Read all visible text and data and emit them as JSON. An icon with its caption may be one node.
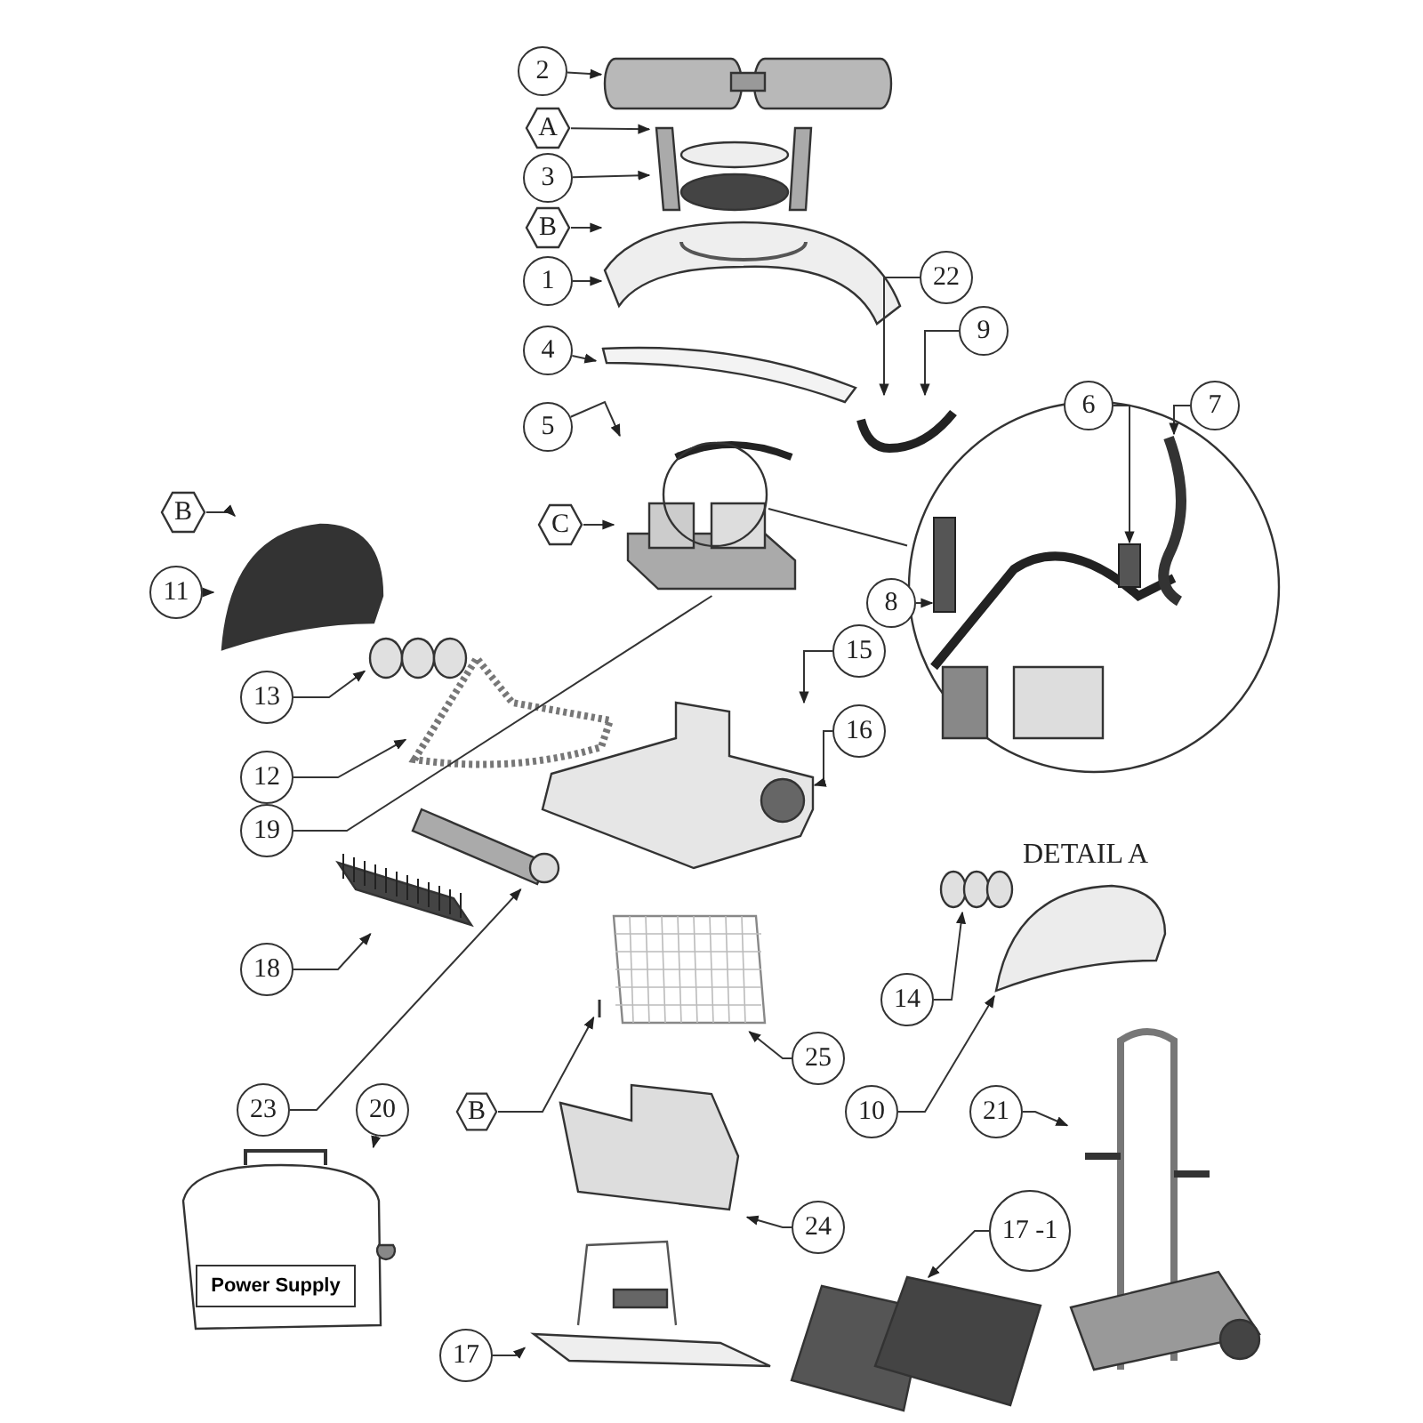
{
  "diagram": {
    "nodes": [
      {
        "text": [
          "2"
        ]
      },
      {
        "text": [
          "A"
        ]
      },
      {
        "text": [
          "3"
        ]
      },
      {
        "text": [
          "B"
        ]
      },
      {
        "text": [
          "1"
        ]
      },
      {
        "text": [
          "4"
        ]
      },
      {
        "text": [
          "22"
        ]
      },
      {
        "text": [
          "9"
        ]
      },
      {
        "text": [
          "5"
        ]
      },
      {
        "text": [
          "6"
        ]
      },
      {
        "text": [
          "7"
        ]
      },
      {
        "text": [
          "C"
        ]
      },
      {
        "text": [
          "B"
        ]
      },
      {
        "text": [
          "8"
        ]
      },
      {
        "text": [
          "11"
        ]
      },
      {
        "text": [
          "13"
        ]
      },
      {
        "text": [
          "12"
        ]
      },
      {
        "text": [
          "19"
        ]
      },
      {
        "text": [
          "15"
        ]
      },
      {
        "text": [
          "16"
        ]
      },
      {
        "text": [
          "18"
        ]
      },
      {
        "text": [
          "14"
        ]
      },
      {
        "text": [
          "23"
        ]
      },
      {
        "text": [
          "20"
        ]
      },
      {
        "text": [
          "25"
        ]
      },
      {
        "text": [
          "B"
        ]
      },
      {
        "text": [
          "10"
        ]
      },
      {
        "text": [
          "21"
        ]
      },
      {
        "text": [
          "24"
        ]
      },
      {
        "text": [
          "17 -1"
        ]
      },
      {
        "text": [
          "17"
        ]
      },
      {
        "text": [],
        "shape": "picture"
      },
      {
        "text": [],
        "shape": "picture"
      },
      {
        "text": [],
        "shape": "picture"
      },
      {
        "text": [],
        "shape": "picture"
      },
      {
        "text": [],
        "shape": "picture"
      },
      {
        "text": [],
        "shape": "picture"
      },
      {
        "text": [],
        "shape": "circle",
        "in": 36
      },
      {
        "text": [],
        "shape": "circle"
      },
      {
        "text": [],
        "shape": "box",
        "in": 38
      },
      {
        "text": [],
        "shape": "box",
        "in": 38
      },
      {
        "text": [],
        "shape": "picture",
        "in": 38
      },
      {
        "text": [],
        "shape": "picture"
      },
      {
        "text": [],
        "shape": "picture"
      },
      {
        "text": [],
        "shape": "picture"
      },
      {
        "text": [],
        "shape": "picture"
      },
      {
        "text": [],
        "shape": "picture"
      },
      {
        "text": [],
        "shape": "picture"
      },
      {
        "text": [],
        "shape": "picture"
      },
      {
        "text": [],
        "shape": "picture"
      },
      {
        "text": [],
        "shape": "picture"
      },
      {
        "text": [],
        "shape": "picture"
      },
      {
        "text": [],
        "shape": "picture"
      },
      {
        "text": [
          "Power Supply"
        ]
      },
      {
        "text": [],
        "shape": "picture"
      },
      {
        "text": [],
        "shape": "picture"
      },
      {
        "text": [],
        "shape": "picture"
      }
    ],
    "edges": [
      {
        "from": 0,
        "to": 31,
        "arrow": "to"
      },
      {
        "from": 1,
        "to": 32,
        "arrow": "to"
      },
      {
        "from": 2,
        "to": 32,
        "arrow": "to"
      },
      {
        "from": 3,
        "to": 33,
        "arrow": "to"
      },
      {
        "from": 4,
        "to": 33,
        "arrow": "to"
      },
      {
        "from": 5,
        "to": 34,
        "arrow": "to"
      },
      {
        "from": 6,
        "to": 35,
        "arrow": "to"
      },
      {
        "from": 7,
        "to": 35,
        "arrow": "to"
      },
      {
        "from": 8,
        "to": 36,
        "arrow": "to"
      },
      {
        "from": 9,
        "to": 40,
        "arrow": "to"
      },
      {
        "from": 10,
        "to": 41,
        "arrow": "to"
      },
      {
        "from": 11,
        "to": 36,
        "arrow": "to"
      },
      {
        "from": 12,
        "to": 42,
        "arrow": "to"
      },
      {
        "from": 13,
        "to": 39,
        "arrow": "to"
      },
      {
        "from": 14,
        "to": 42,
        "arrow": "to"
      },
      {
        "from": 15,
        "to": 43,
        "arrow": "to"
      },
      {
        "from": 16,
        "to": 44,
        "arrow": "to"
      },
      {
        "from": 17,
        "to": 36,
        "arrow": "none"
      },
      {
        "from": 18,
        "to": 45,
        "arrow": "to"
      },
      {
        "from": 19,
        "to": 45,
        "arrow": "to"
      },
      {
        "from": 20,
        "to": 46,
        "arrow": "to"
      },
      {
        "from": 21,
        "to": 48,
        "arrow": "to"
      },
      {
        "from": 22,
        "to": 47,
        "arrow": "to"
      },
      {
        "from": 23,
        "to": 53,
        "arrow": "to"
      },
      {
        "from": 24,
        "to": 50,
        "arrow": "to"
      },
      {
        "from": 25,
        "to": 51,
        "arrow": "to"
      },
      {
        "from": 26,
        "to": 49,
        "arrow": "to"
      },
      {
        "from": 27,
        "to": 56,
        "arrow": "to"
      },
      {
        "from": 28,
        "to": 52,
        "arrow": "to"
      },
      {
        "from": 29,
        "to": 55,
        "arrow": "to"
      },
      {
        "from": 30,
        "to": 54,
        "arrow": "to"
      },
      {
        "from": 37,
        "to": 38,
        "arrow": "none"
      }
    ],
    "labels": [
      "DETAIL A"
    ]
  }
}
